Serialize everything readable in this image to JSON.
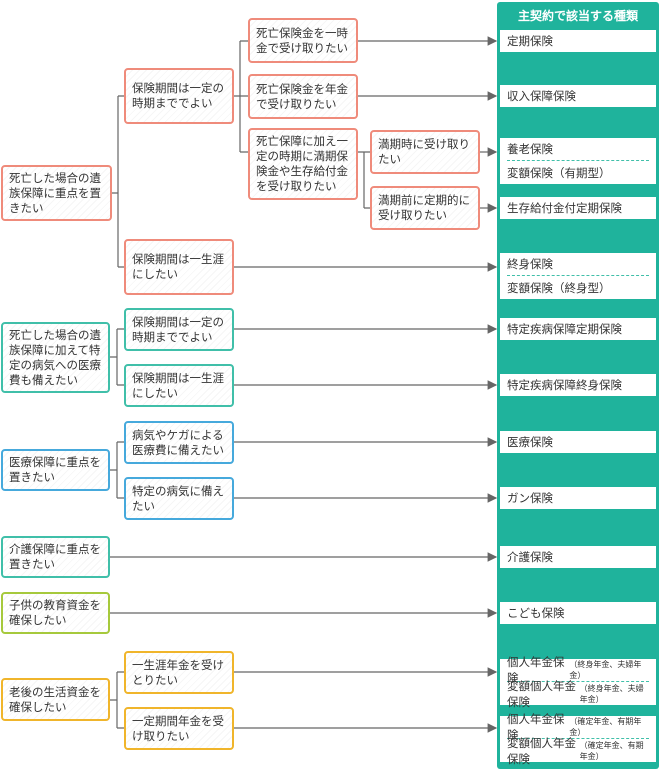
{
  "panel": {
    "title": "主契約で該当する種類"
  },
  "needs": {
    "death": "死亡した場合の遺族保障に重点を置きたい",
    "death_disease": "死亡した場合の遺族保障に加えて特定の病気への医療費も備えたい",
    "medical": "医療保障に重点を置きたい",
    "care": "介護保障に重点を置きたい",
    "child": "子供の教育資金を確保したい",
    "retire": "老後の生活資金を確保したい"
  },
  "conditions": {
    "death_term": "保険期間は一定の時期まででよい",
    "death_life": "保険期間は一生涯にしたい",
    "dd_term": "保険期間は一定の時期まででよい",
    "dd_life": "保険期間は一生涯にしたい",
    "med_general": "病気やケガによる医療費に備えたい",
    "med_specific": "特定の病気に備えたい",
    "ret_life": "一生涯年金を受けとりたい",
    "ret_fixed": "一定期間年金を受け取りたい"
  },
  "sub_conditions": {
    "lump": "死亡保険金を一時金で受け取りたい",
    "annuity": "死亡保険金を年金で受け取りたい",
    "survival": "死亡保障に加え一定の時期に満期保険金や生存給付金を受け取りたい"
  },
  "sub_sub_conditions": {
    "maturity": "満期時に受け取りたい",
    "before_maturity": "満期前に定期的に受け取りたい"
  },
  "results": {
    "term": "定期保険",
    "income": "収入保障保険",
    "endowment": "養老保険",
    "var_endowment": "変額保険（有期型）",
    "survival_term": "生存給付金付定期保険",
    "whole": "終身保険",
    "var_whole": "変額保険（終身型）",
    "dd_term": "特定疾病保障定期保険",
    "dd_whole": "特定疾病保障終身保険",
    "medical": "医療保険",
    "cancer": "ガン保険",
    "care": "介護保険",
    "child": "こども保険",
    "pension_life_1": "個人年金保険",
    "pension_life_1_note": "（終身年金、夫婦年金）",
    "pension_life_2": "変額個人年金保険",
    "pension_life_2_note": "（終身年金、夫婦年金）",
    "pension_fixed_1": "個人年金保険",
    "pension_fixed_1_note": "（確定年金、有期年金）",
    "pension_fixed_2": "変額個人年金保険",
    "pension_fixed_2_note": "（確定年金、有期年金）"
  }
}
